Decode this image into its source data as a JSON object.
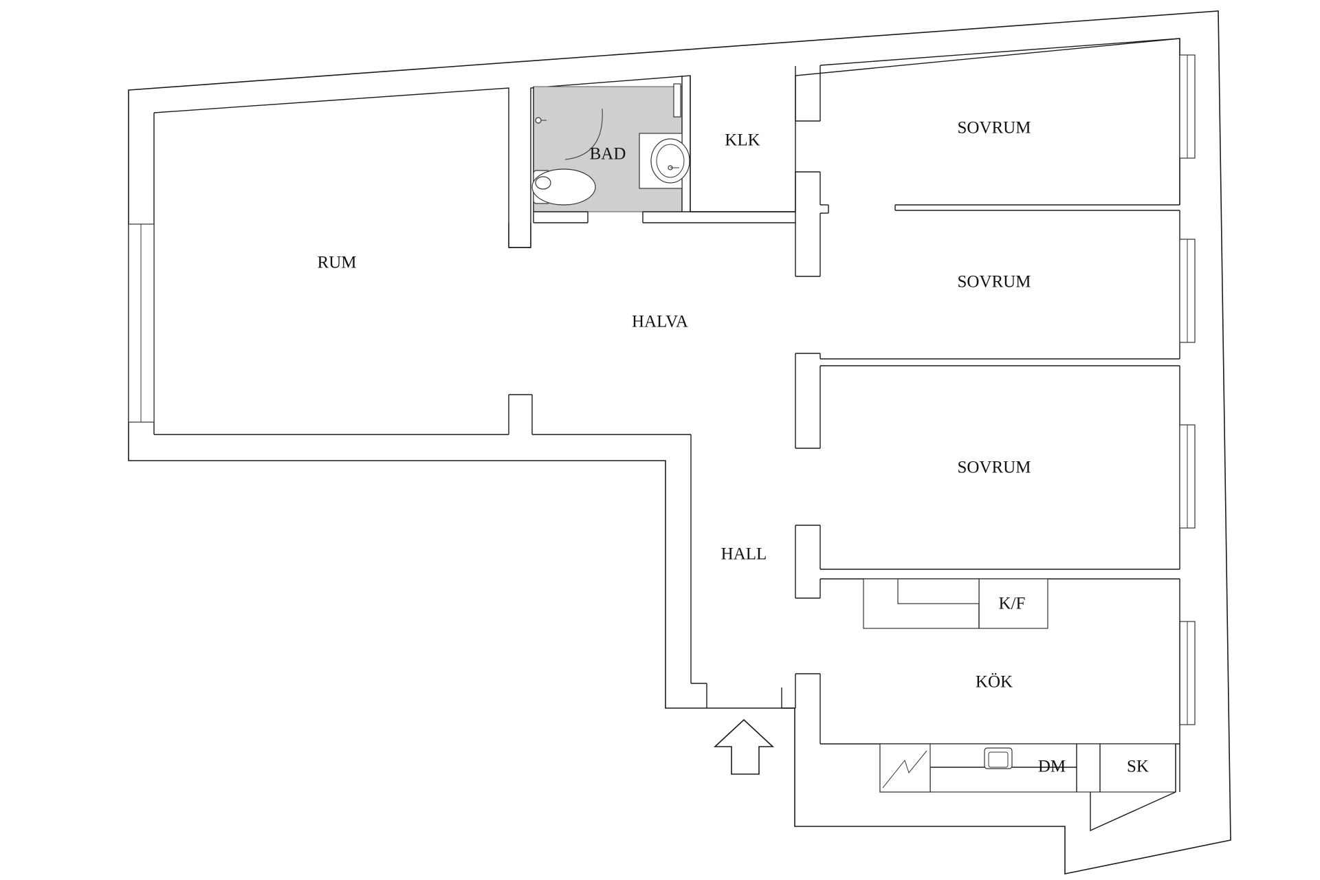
{
  "rooms": {
    "rum": "RUM",
    "bad": "BAD",
    "klk": "KLK",
    "sovrum_1": "SOVRUM",
    "sovrum_2": "SOVRUM",
    "sovrum_3": "SOVRUM",
    "halva": "HALVA",
    "hall": "HALL",
    "kf": "K/F",
    "kok": "KÖK",
    "dm": "DM",
    "sk": "SK"
  },
  "icons": {
    "entrance": "entrance-arrow-icon",
    "toilet": "toilet-icon",
    "sink": "sink-icon",
    "shower": "shower-icon",
    "stove": "stove-icon",
    "kitchen_sink": "kitchen-sink-icon"
  },
  "colors": {
    "wall": "#1a1a1a",
    "bathroom_floor": "#cfcfcf"
  }
}
